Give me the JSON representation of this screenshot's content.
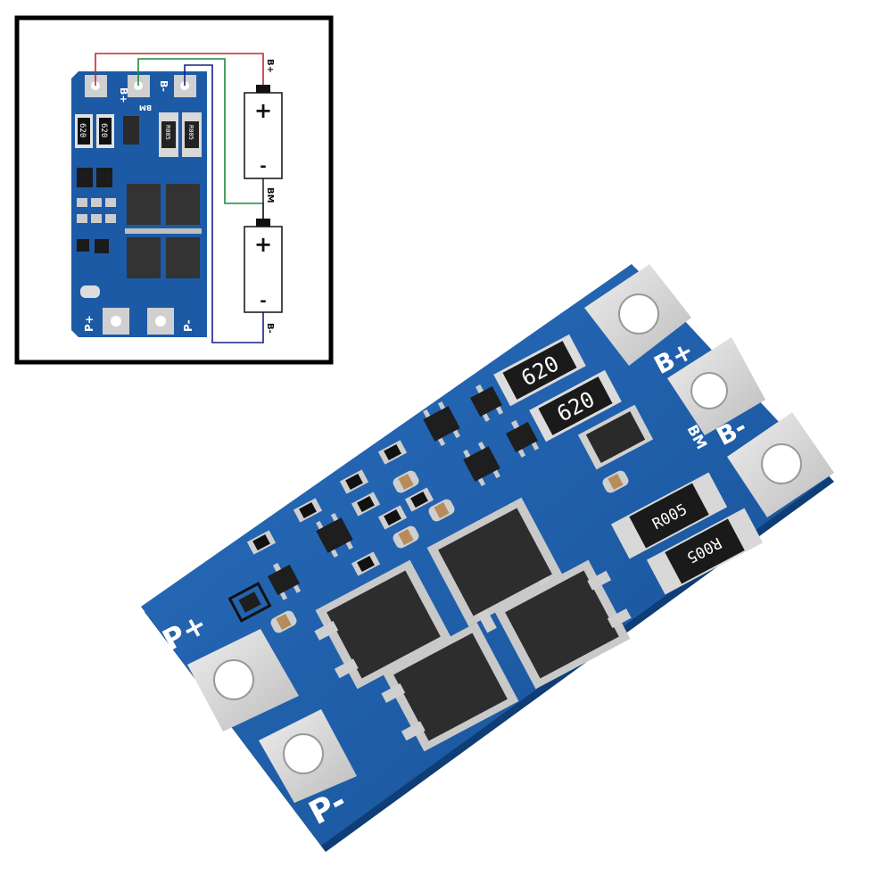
{
  "diagram": {
    "terminals": {
      "bplus": "B+",
      "bm": "BM",
      "bminus": "B-",
      "pplus": "P+",
      "pminus": "P-"
    },
    "board_labels": {
      "bplus": "B+",
      "bminus": "B-",
      "bm": "BM",
      "pplus": "P+",
      "pminus": "P-"
    },
    "battery": {
      "plus": "+",
      "minus": "-"
    },
    "resistors": {
      "r620": "620",
      "r005": "R005"
    },
    "wire_colors": {
      "bplus": "#c62828",
      "bm": "#1e8a3a",
      "bminus": "#1a1f8a"
    }
  },
  "board": {
    "labels": {
      "pplus": "P+",
      "pminus": "P-",
      "bplus": "B+",
      "bminus": "B-",
      "bm": "BM"
    },
    "resistors": {
      "r620_a": "620",
      "r620_b": "620",
      "r005_a": "R005",
      "r005_b": "R005"
    },
    "colors": {
      "pcb": "#1f5fa8",
      "pad": "#d9d9d9",
      "chip": "#2b2b2b"
    }
  }
}
